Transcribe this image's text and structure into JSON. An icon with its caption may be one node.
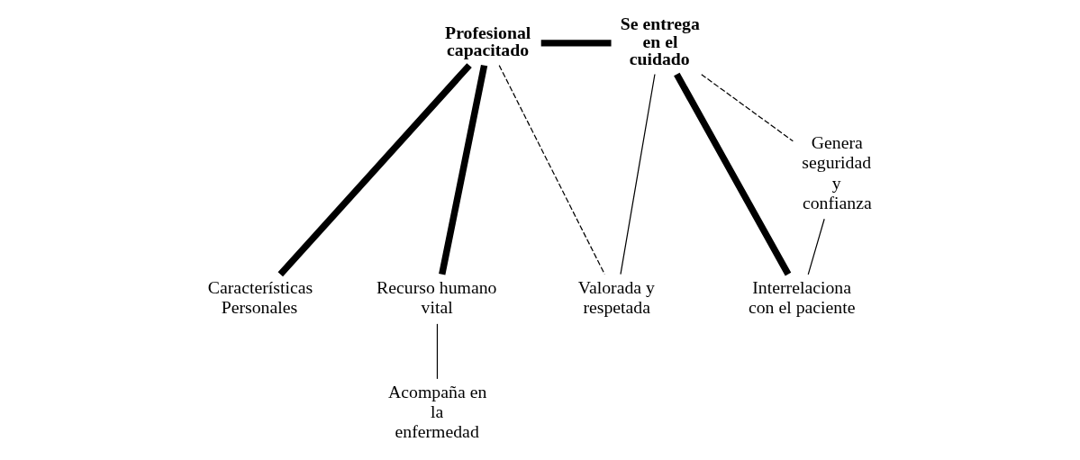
{
  "diagram": {
    "nodes": [
      {
        "text": [
          "Profesional capacitado"
        ]
      },
      {
        "text": [
          "Se entrega en el cuidado"
        ]
      },
      {
        "text": [
          "Características Personales"
        ]
      },
      {
        "text": [
          "Recurso humano vital"
        ]
      },
      {
        "text": [
          "Acompaña en la enfermedad"
        ]
      },
      {
        "text": [
          "Valorada y respetada"
        ]
      },
      {
        "text": [
          "Interrelaciona con el paciente"
        ]
      },
      {
        "text": [
          "Genera seguridad y confianza"
        ]
      }
    ],
    "edges": [
      {
        "from": 0,
        "to": 1,
        "arrow": "none",
        "style": "thick"
      },
      {
        "from": 0,
        "to": 2,
        "arrow": "none",
        "style": "thick"
      },
      {
        "from": 0,
        "to": 3,
        "arrow": "none",
        "style": "thick"
      },
      {
        "from": 3,
        "to": 4,
        "arrow": "none"
      },
      {
        "from": 0,
        "to": 5,
        "arrow": "none",
        "style": "dashed"
      },
      {
        "from": 5,
        "to": 1,
        "arrow": "none"
      },
      {
        "from": 1,
        "to": 6,
        "arrow": "none",
        "style": "thick"
      },
      {
        "from": 1,
        "to": 7,
        "arrow": "none",
        "style": "dashed"
      },
      {
        "from": 7,
        "to": 6,
        "arrow": "none"
      }
    ]
  }
}
